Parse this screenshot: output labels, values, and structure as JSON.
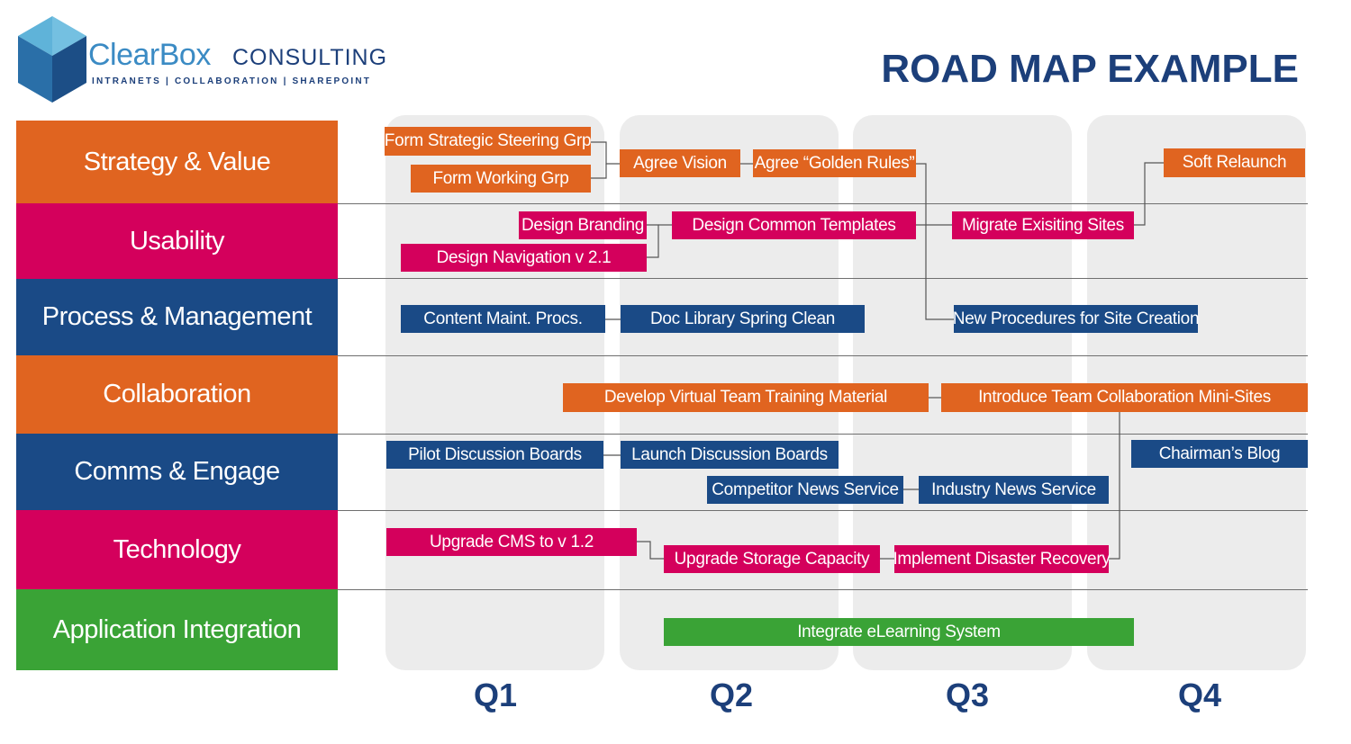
{
  "logo": {
    "brand_main": "ClearBox",
    "brand_sub": "CONSULTING",
    "tagline": "INTRANETS | COLLABORATION | SHAREPOINT"
  },
  "title": "ROAD MAP EXAMPLE",
  "quarters": [
    "Q1",
    "Q2",
    "Q3",
    "Q4"
  ],
  "lanes": [
    {
      "label": "Strategy & Value",
      "color": "#e06420"
    },
    {
      "label": "Usability",
      "color": "#d4005c"
    },
    {
      "label": "Process & Management",
      "color": "#1a4a86"
    },
    {
      "label": "Collaboration",
      "color": "#e06420"
    },
    {
      "label": "Comms & Engage",
      "color": "#1a4a86"
    },
    {
      "label": "Technology",
      "color": "#d4005c"
    },
    {
      "label": "Application Integration",
      "color": "#3aa336"
    }
  ],
  "tasks": {
    "form_steering": "Form Strategic Steering Grp",
    "form_working": "Form Working Grp",
    "agree_vision": "Agree Vision",
    "agree_golden": "Agree “Golden Rules”",
    "soft_relaunch": "Soft Relaunch",
    "design_branding": "Design Branding",
    "design_templates": "Design Common Templates",
    "migrate_sites": "Migrate Exisiting Sites",
    "design_navigation": "Design Navigation v 2.1",
    "content_maint": "Content Maint. Procs.",
    "doc_library": "Doc Library Spring Clean",
    "new_procedures": "New Procedures for Site Creation",
    "develop_training": "Develop Virtual Team Training Material",
    "team_minisites": "Introduce Team Collaboration Mini-Sites",
    "pilot_boards": "Pilot Discussion Boards",
    "launch_boards": "Launch Discussion Boards",
    "chairmans_blog": "Chairman’s Blog",
    "competitor_news": "Competitor News Service",
    "industry_news": "Industry News Service",
    "upgrade_cms": "Upgrade CMS to v 1.2",
    "upgrade_storage": "Upgrade Storage Capacity",
    "disaster_recovery": "Implement Disaster Recovery",
    "elearning": "Integrate eLearning System"
  },
  "colors": {
    "orange": "#e06420",
    "pink": "#d4005c",
    "blue": "#1a4a86",
    "green": "#3aa336",
    "title": "#1c3f7a"
  }
}
